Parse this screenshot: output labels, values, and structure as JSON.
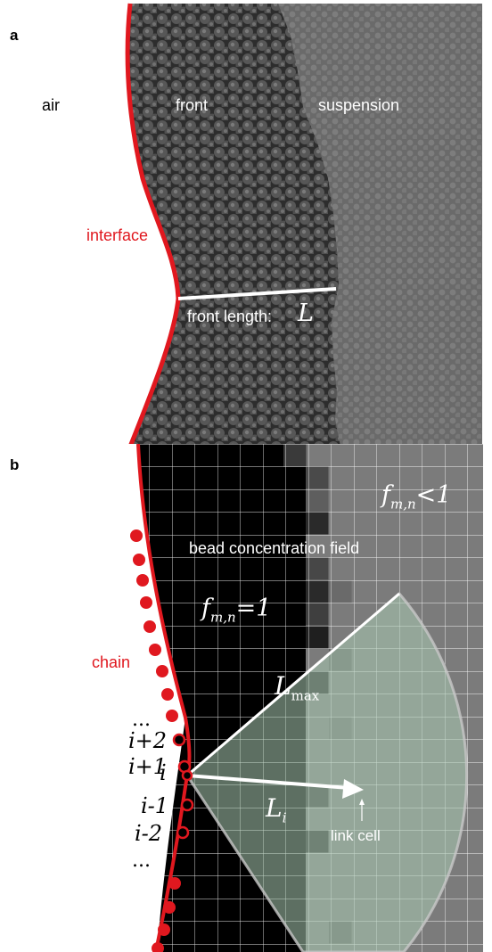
{
  "panel_a": {
    "letter": "a",
    "labels": {
      "air": "air",
      "front": "front",
      "suspension": "suspension",
      "interface": "interface",
      "front_length": "front length:",
      "front_length_symbol": "L"
    }
  },
  "panel_b": {
    "letter": "b",
    "labels": {
      "f_lt_1_f": "f",
      "f_lt_1_sub": "m,n",
      "f_lt_1_rel": "<1",
      "bead_field": "bead concentration field",
      "f_eq_1_f": "f",
      "f_eq_1_sub": "m,n",
      "f_eq_1_rel": "=1",
      "chain": "chain",
      "lmax_L": "L",
      "lmax_sub": "max",
      "li_L": "L",
      "li_sub": "i",
      "link_cell": "link cell"
    },
    "bead_indices": [
      "...",
      "i+2",
      "i+1",
      "i",
      "i-1",
      "i-2",
      "..."
    ]
  },
  "colors": {
    "interface_red": "#e0181f",
    "front_dark": "#3a3a3a",
    "suspension_gray": "#6e6e6e",
    "sector_green": "#a9cbb3"
  }
}
